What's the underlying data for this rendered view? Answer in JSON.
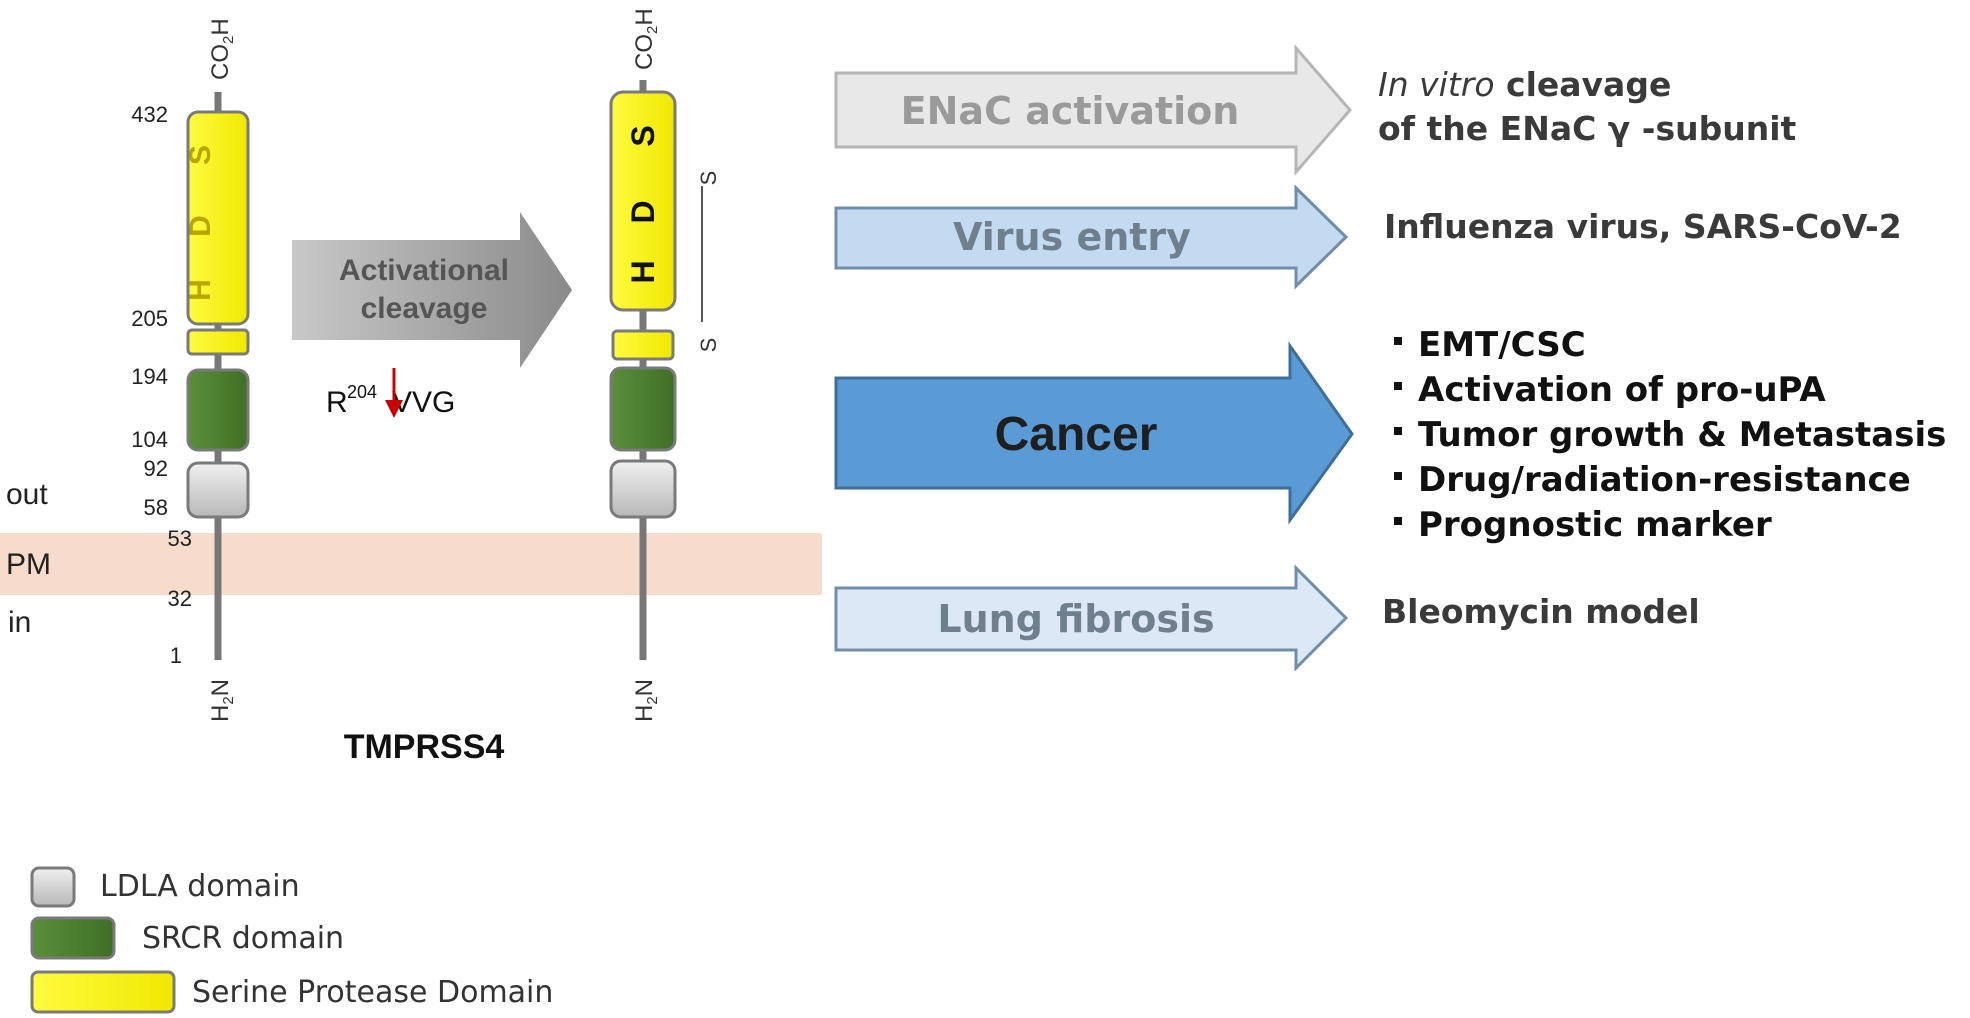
{
  "protein": {
    "name": "TMPRSS4",
    "c_term": "CO2H",
    "n_term": "H2N",
    "residue_labels": [
      "432",
      "205",
      "194",
      "104",
      "92",
      "58",
      "53",
      "32",
      "1"
    ],
    "catalytic_letters": [
      "S",
      "D",
      "H"
    ],
    "disulfide": "S"
  },
  "membrane": {
    "out_label": "out",
    "pm_label": "PM",
    "in_label": "in",
    "color": "#f7dccb"
  },
  "activation": {
    "label_line1": "Activational",
    "label_line2": "cleavage",
    "site_prefix": "R",
    "site_number": "204",
    "site_suffix": "VVG"
  },
  "outcomes": [
    {
      "label": "ENaC activation",
      "fill": "#e8e8e8",
      "text_color": "#9a9a9a",
      "result_lines": [
        "In vitro cleavage",
        "of the ENaC γ -subunit"
      ]
    },
    {
      "label": "Virus entry",
      "fill": "#c3daf0",
      "text_color": "#6f7f8d",
      "result_lines": [
        "Influenza virus, SARS-CoV-2"
      ]
    },
    {
      "label": "Cancer",
      "fill": "#5b9bd5",
      "text_color": "#1f1f1f",
      "bullets": [
        "EMT/CSC",
        "Activation of pro-uPA",
        "Tumor growth & Metastasis",
        "Drug/radiation-resistance",
        "Prognostic marker"
      ]
    },
    {
      "label": "Lung fibrosis",
      "fill": "#dce8f5",
      "text_color": "#6f7f8d",
      "result_lines": [
        "Bleomycin model"
      ]
    }
  ],
  "legend": [
    {
      "label": "LDLA domain",
      "color": "#d0d0d0"
    },
    {
      "label": "SRCR domain",
      "color": "#4a7d2e"
    },
    {
      "label": "Serine Protease Domain",
      "color": "#f5f000"
    }
  ]
}
